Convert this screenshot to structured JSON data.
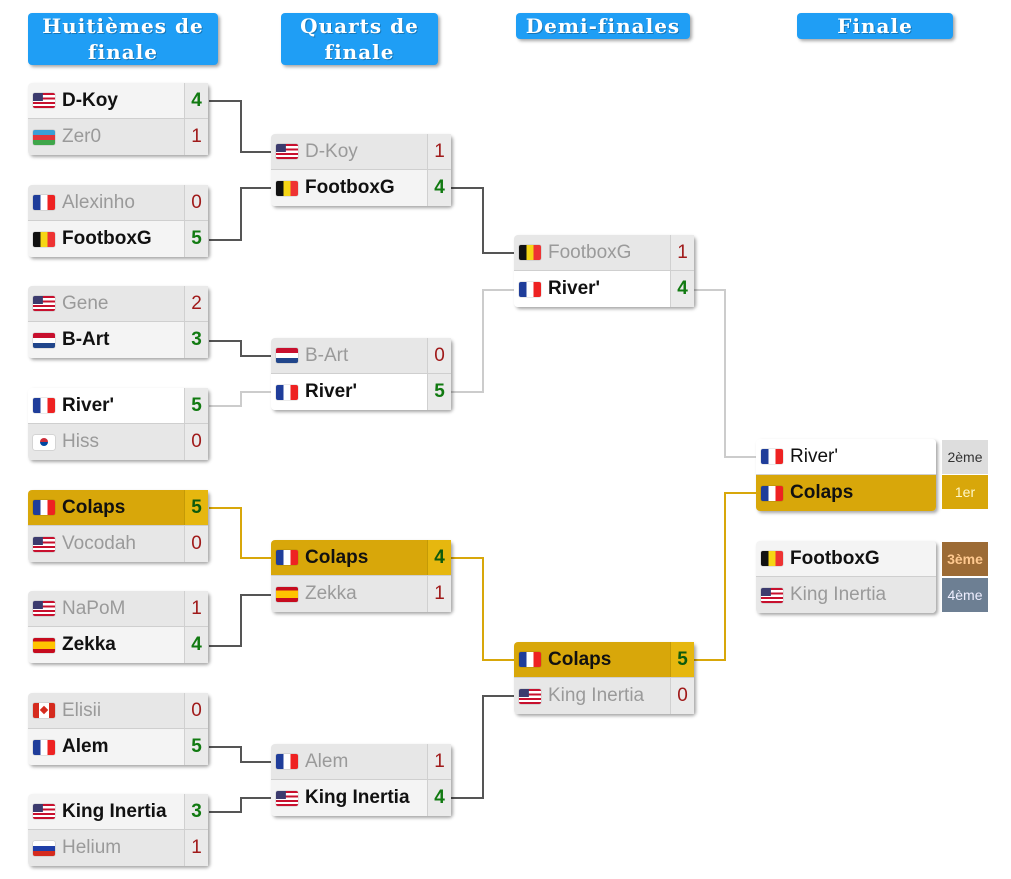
{
  "headers": [
    "Huitièmes de finale",
    "Quarts de finale",
    "Demi-finales",
    "Finale"
  ],
  "colors": {
    "header": "#1f9ef5",
    "gold": "#d8a70a",
    "win_score": "#117a11",
    "lose_score": "#a01a1a"
  },
  "r16": [
    {
      "p1": {
        "name": "D-Koy",
        "flag": "us",
        "score": "4",
        "win": true
      },
      "p2": {
        "name": "Zer0",
        "flag": "az",
        "score": "1",
        "win": false
      }
    },
    {
      "p1": {
        "name": "Alexinho",
        "flag": "fr",
        "score": "0",
        "win": false
      },
      "p2": {
        "name": "FootboxG",
        "flag": "be",
        "score": "5",
        "win": true
      }
    },
    {
      "p1": {
        "name": "Gene",
        "flag": "us",
        "score": "2",
        "win": false
      },
      "p2": {
        "name": "B-Art",
        "flag": "nl",
        "score": "3",
        "win": true
      }
    },
    {
      "p1": {
        "name": "River'",
        "flag": "fr",
        "score": "5",
        "win": true
      },
      "p2": {
        "name": "Hiss",
        "flag": "kr",
        "score": "0",
        "win": false
      }
    },
    {
      "p1": {
        "name": "Colaps",
        "flag": "fr",
        "score": "5",
        "win": true
      },
      "p2": {
        "name": "Vocodah",
        "flag": "us",
        "score": "0",
        "win": false
      }
    },
    {
      "p1": {
        "name": "NaPoM",
        "flag": "us",
        "score": "1",
        "win": false
      },
      "p2": {
        "name": "Zekka",
        "flag": "es",
        "score": "4",
        "win": true
      }
    },
    {
      "p1": {
        "name": "Elisii",
        "flag": "ca",
        "score": "0",
        "win": false
      },
      "p2": {
        "name": "Alem",
        "flag": "fr",
        "score": "5",
        "win": true
      }
    },
    {
      "p1": {
        "name": "King Inertia",
        "flag": "us",
        "score": "3",
        "win": true
      },
      "p2": {
        "name": "Helium",
        "flag": "ru",
        "score": "1",
        "win": false
      }
    }
  ],
  "qf": [
    {
      "p1": {
        "name": "D-Koy",
        "flag": "us",
        "score": "1",
        "win": false
      },
      "p2": {
        "name": "FootboxG",
        "flag": "be",
        "score": "4",
        "win": true
      }
    },
    {
      "p1": {
        "name": "B-Art",
        "flag": "nl",
        "score": "0",
        "win": false
      },
      "p2": {
        "name": "River'",
        "flag": "fr",
        "score": "5",
        "win": true
      }
    },
    {
      "p1": {
        "name": "Colaps",
        "flag": "fr",
        "score": "4",
        "win": true
      },
      "p2": {
        "name": "Zekka",
        "flag": "es",
        "score": "1",
        "win": false
      }
    },
    {
      "p1": {
        "name": "Alem",
        "flag": "fr",
        "score": "1",
        "win": false
      },
      "p2": {
        "name": "King Inertia",
        "flag": "us",
        "score": "4",
        "win": true
      }
    }
  ],
  "sf": [
    {
      "p1": {
        "name": "FootboxG",
        "flag": "be",
        "score": "1",
        "win": false
      },
      "p2": {
        "name": "River'",
        "flag": "fr",
        "score": "4",
        "win": true
      }
    },
    {
      "p1": {
        "name": "Colaps",
        "flag": "fr",
        "score": "5",
        "win": true
      },
      "p2": {
        "name": "King Inertia",
        "flag": "us",
        "score": "0",
        "win": false
      }
    }
  ],
  "final": {
    "p1": {
      "name": "River'",
      "flag": "fr",
      "place": "2ème"
    },
    "p2": {
      "name": "Colaps",
      "flag": "fr",
      "place": "1er"
    }
  },
  "third": {
    "p1": {
      "name": "FootboxG",
      "flag": "be",
      "place": "3ème"
    },
    "p2": {
      "name": "King Inertia",
      "flag": "us",
      "place": "4ème"
    }
  }
}
